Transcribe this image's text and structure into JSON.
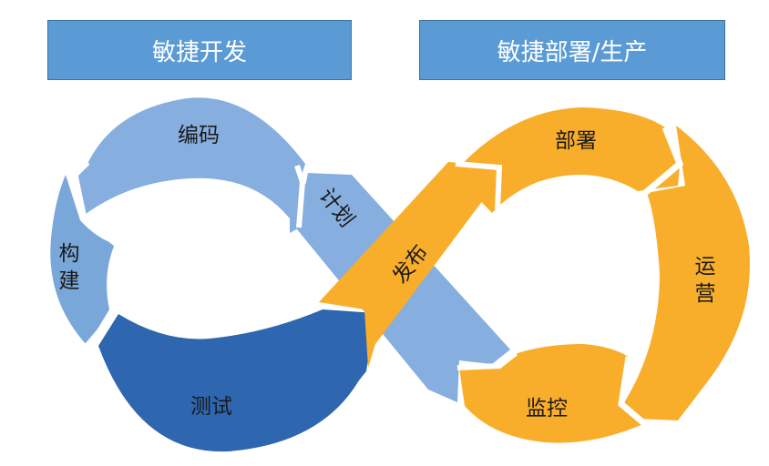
{
  "headers": {
    "left": "敏捷开发",
    "right": "敏捷部署/生产"
  },
  "segments": {
    "coding": "编码",
    "build_1": "构",
    "build_2": "建",
    "test": "测试",
    "plan": "计划",
    "release": "发布",
    "deploy": "部署",
    "operate_1": "运",
    "operate_2": "营",
    "monitor": "监控"
  },
  "colors": {
    "light_blue": "#86afe0",
    "mid_blue": "#7aa7da",
    "dark_blue": "#2f66b0",
    "orange": "#f9ae2b",
    "header_blue": "#5b9bd5"
  }
}
